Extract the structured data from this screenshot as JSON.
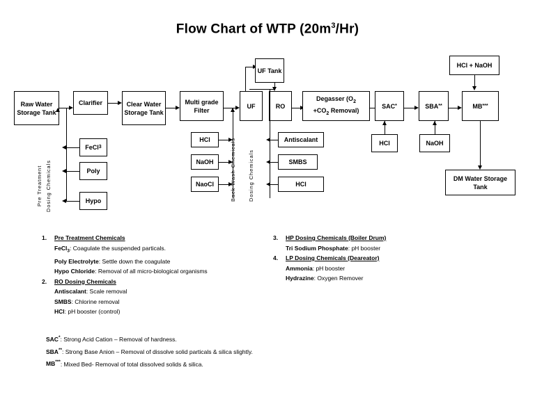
{
  "title": {
    "main": "Flow Chart of WTP (20m",
    "sup": "3",
    "tail": "/Hr)",
    "full": "Flow Chart of WTP (20m3/Hr)"
  },
  "flow": {
    "raw_water_tank": "Raw Water Storage Tank",
    "clarifier": "Clarifier",
    "clear_water_tank": "Clear Water Storage Tank",
    "multi_grade_filter": "Multi grade Filter",
    "uf": "UF",
    "uf_tank": "UF Tank",
    "ro": "RO",
    "degasser_line1": "Degasser (O",
    "degasser_sub1": "2",
    "degasser_line2": "+CO",
    "degasser_sub2": "2",
    "degasser_line2b": " Removal)",
    "degasser_full": "Degasser (O2 +CO2 Removal)",
    "sac": "SAC",
    "sac_sup": "*",
    "sba": "SBA",
    "sba_sup": "**",
    "mb": "MB",
    "mb_sup": "***",
    "hcl_naoh": "HCl + NaOH",
    "dm_water_tank": "DM Water Storage Tank"
  },
  "pretreatment": {
    "label_line1": "Pre Treatment",
    "label_line2": "Dosing Chemicals",
    "chem1": "FeCl",
    "chem1_sub": "3",
    "chem1_full": "FeCl3",
    "chem2": "Poly",
    "chem3": "Hypo"
  },
  "backwash": {
    "label": "Back Wash Chemicals",
    "chem1": "HCl",
    "chem2": "NaOH",
    "chem3": "NaoCl"
  },
  "dosing": {
    "label": "Dosing Chemicals",
    "chem1": "Antiscalant",
    "chem2": "SMBS",
    "chem3": "HCl"
  },
  "resin_chems": {
    "sac_chem": "HCl",
    "sba_chem": "NaOH"
  },
  "legend": {
    "items": [
      {
        "num": "1.",
        "heading": "Pre Treatment Chemicals",
        "lines": [
          {
            "term": "FeCl",
            "term_sub": "3",
            "desc": ": Coagulate the suspended particals."
          },
          {
            "term": "Poly Electrolyte",
            "term_sub": "",
            "desc": ": Settle down the coagulate"
          },
          {
            "term": "Hypo Chloride",
            "term_sub": "",
            "desc": ": Removal of all micro-biological organisms"
          }
        ]
      },
      {
        "num": "2.",
        "heading": "RO Dosing Chemicals",
        "lines": [
          {
            "term": "Antiscalant",
            "term_sub": "",
            "desc": ": Scale removal"
          },
          {
            "term": "SMBS",
            "term_sub": "",
            "desc": ": Chlorine removal"
          },
          {
            "term": "HCl",
            "term_sub": "",
            "desc": ": pH booster (control)"
          }
        ]
      },
      {
        "num": "3.",
        "heading": "HP Dosing Chemicals (Boiler Drum)",
        "lines": [
          {
            "term": "Tri Sodium Phosphate",
            "term_sub": "",
            "desc": ": pH booster"
          }
        ]
      },
      {
        "num": "4.",
        "heading": "LP Dosing Chemicals (Deareator)",
        "lines": [
          {
            "term": "Ammonia",
            "term_sub": "",
            "desc": ": pH booster"
          },
          {
            "term": "Hydrazine",
            "term_sub": "",
            "desc": ": Oxygen Remover"
          }
        ]
      }
    ]
  },
  "notes": [
    {
      "term": "SAC",
      "sup": "*",
      "desc": ": Strong Acid Cation – Removal of hardness."
    },
    {
      "term": "SBA",
      "sup": "**",
      "desc": ": Strong Base Anion – Removal of dissolve solid particals & silica slightly."
    },
    {
      "term": "MB",
      "sup": "***",
      "desc": ": Mixed Bed- Removal of total dissolved solids & silica."
    }
  ]
}
